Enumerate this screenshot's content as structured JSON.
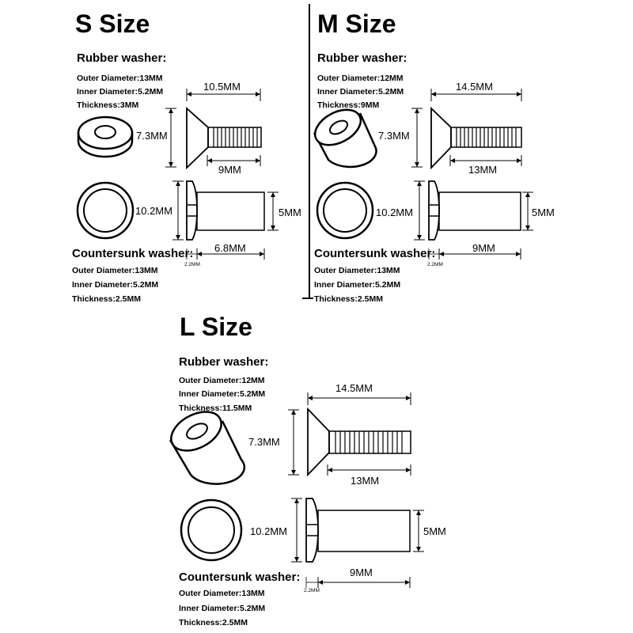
{
  "sections": {
    "s": {
      "title": "S Size",
      "rubber_heading": "Rubber washer:",
      "rubber_specs": [
        "Outer Diameter:13MM",
        "Inner Diameter:5.2MM",
        "Thickness:3MM"
      ],
      "countersunk_heading": "Countersunk washer:",
      "countersunk_specs": [
        "Outer Diameter:13MM",
        "Inner Diameter:5.2MM",
        "Thickness:2.5MM"
      ],
      "dims": {
        "screw_total_length": "10.5MM",
        "head_height": "7.3MM",
        "thread_length": "9MM",
        "washer_outer_diameter": "10.2MM",
        "collar_diameter": "5MM",
        "collar_length": "6.8MM",
        "head_thickness": "2.2MM"
      }
    },
    "m": {
      "title": "M Size",
      "rubber_heading": "Rubber washer:",
      "rubber_specs": [
        "Outer Diameter:12MM",
        "Inner Diameter:5.2MM",
        "Thickness:9MM"
      ],
      "countersunk_heading": "Countersunk washer:",
      "countersunk_specs": [
        "Outer Diameter:13MM",
        "Inner Diameter:5.2MM",
        "Thickness:2.5MM"
      ],
      "dims": {
        "screw_total_length": "14.5MM",
        "head_height": "7.3MM",
        "thread_length": "13MM",
        "washer_outer_diameter": "10.2MM",
        "collar_diameter": "5MM",
        "collar_length": "9MM",
        "head_thickness": "2.2MM"
      }
    },
    "l": {
      "title": "L Size",
      "rubber_heading": "Rubber washer:",
      "rubber_specs": [
        "Outer Diameter:12MM",
        "Inner Diameter:5.2MM",
        "Thickness:11.5MM"
      ],
      "countersunk_heading": "Countersunk washer:",
      "countersunk_specs": [
        "Outer Diameter:13MM",
        "Inner Diameter:5.2MM",
        "Thickness:2.5MM"
      ],
      "dims": {
        "screw_total_length": "14.5MM",
        "head_height": "7.3MM",
        "thread_length": "13MM",
        "washer_outer_diameter": "10.2MM",
        "collar_diameter": "5MM",
        "collar_length": "9MM",
        "head_thickness": "2.2MM"
      }
    }
  }
}
